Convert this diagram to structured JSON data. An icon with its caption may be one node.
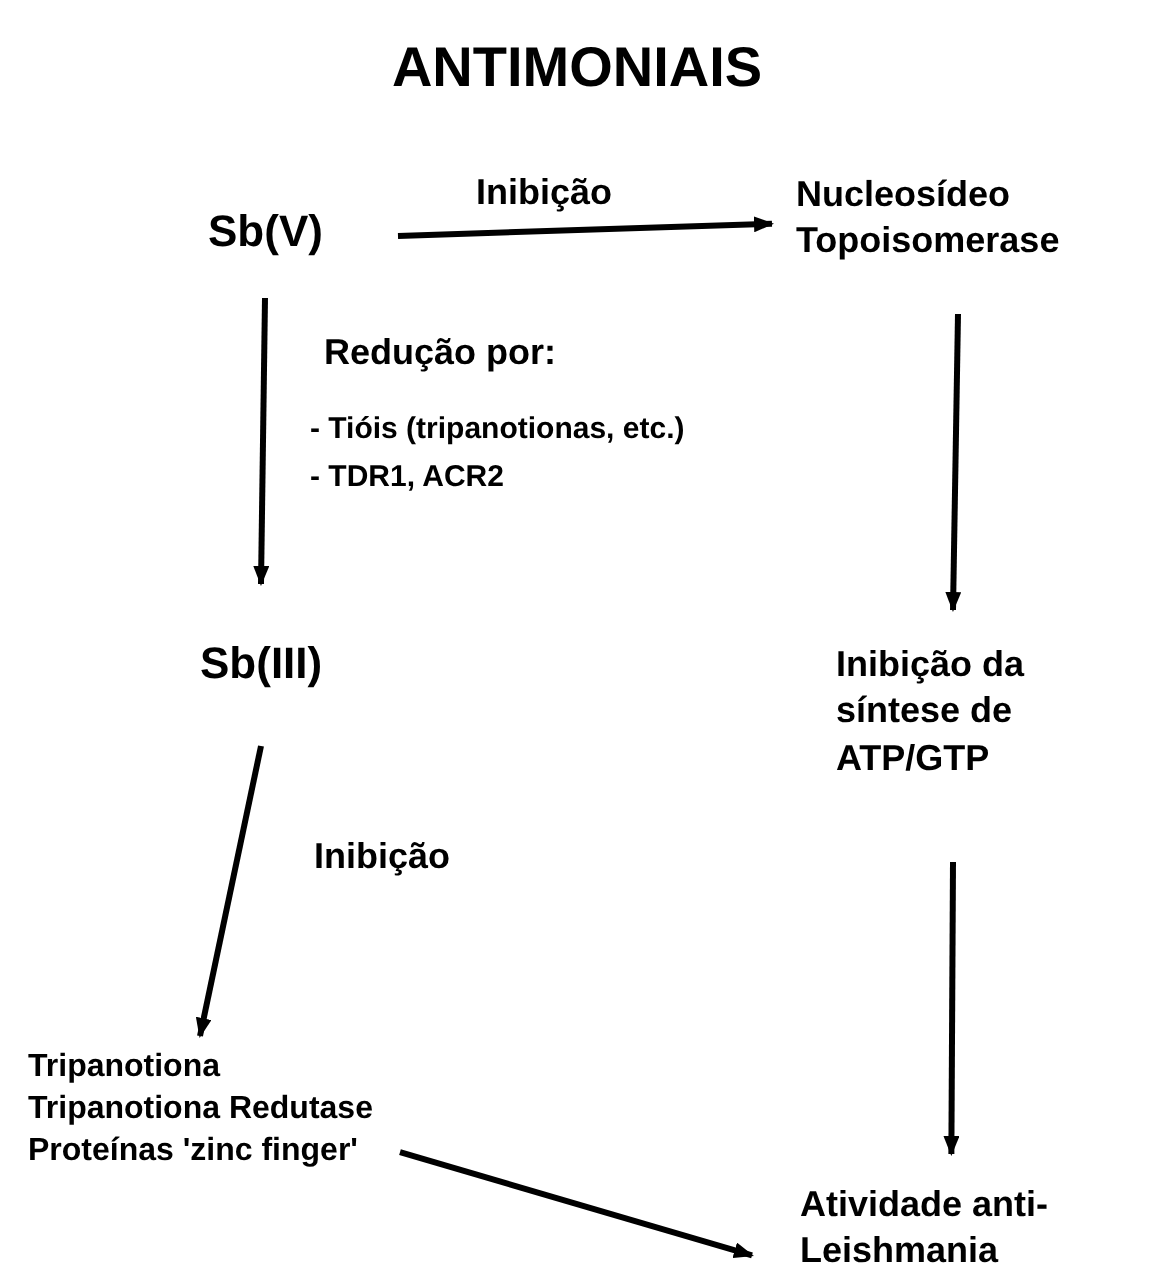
{
  "diagram": {
    "title": "ANTIMONIAIS",
    "nodes": [
      {
        "text": [
          "Sb(V)"
        ]
      },
      {
        "text": [
          "Nucleosídeo Topoisomerase"
        ]
      },
      {
        "text": [
          "Sb(III)"
        ]
      },
      {
        "text": [
          "Inibição da síntese de ATP/GTP"
        ]
      },
      {
        "text": [
          "Tripanotiona",
          "Tripanotiona Redutase",
          "Proteínas 'zinc finger'"
        ]
      },
      {
        "text": [
          "Atividade anti-Leishmania"
        ]
      }
    ],
    "edges": [
      {
        "from": 0,
        "to": 1,
        "arrow": "to",
        "label": "Inibição"
      },
      {
        "from": 0,
        "to": 2,
        "arrow": "to",
        "label": "Redução por:"
      },
      {
        "from": 1,
        "to": 3,
        "arrow": "to"
      },
      {
        "from": 2,
        "to": 4,
        "arrow": "to",
        "label": "Inibição"
      },
      {
        "from": 3,
        "to": 5,
        "arrow": "to"
      },
      {
        "from": 4,
        "to": 5,
        "arrow": "to"
      }
    ],
    "labels": [
      "- Tióis (tripanotionas, etc.)",
      "- TDR1, ACR2"
    ]
  }
}
